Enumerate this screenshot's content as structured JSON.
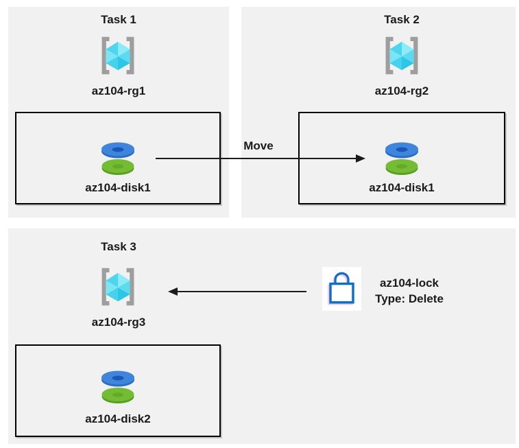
{
  "tasks": [
    {
      "title": "Task 1",
      "resource_group": "az104-rg1",
      "disk": "az104-disk1"
    },
    {
      "title": "Task 2",
      "resource_group": "az104-rg2",
      "disk": "az104-disk1"
    },
    {
      "title": "Task 3",
      "resource_group": "az104-rg3",
      "disk": "az104-disk2"
    }
  ],
  "move_arrow": {
    "label": "Move",
    "direction": "left-to-right"
  },
  "lock": {
    "name": "az104-lock",
    "type": "Type: Delete"
  },
  "lock_arrow": {
    "direction": "right-to-left"
  },
  "icons": {
    "resource_group": "resource-group-icon",
    "disk": "managed-disk-icon",
    "lock": "lock-icon"
  },
  "colors": {
    "panel_bg": "#f1f1f2",
    "box_border": "#000000",
    "arrow": "#1a1a1a",
    "text": "#1a1a1a",
    "bracket_gray": "#9e9e9e",
    "cube_cyan_light": "#8debf8",
    "cube_cyan_dark": "#2bc7e5",
    "disk_blue_top": "#3e85db",
    "disk_blue_side": "#2a6cc6",
    "disk_blue_hole": "#1a57b8",
    "disk_green_top": "#73bc34",
    "disk_green_side": "#59a01f",
    "lock_blue": "#0c70ca",
    "lock_bg": "#ffffff"
  }
}
